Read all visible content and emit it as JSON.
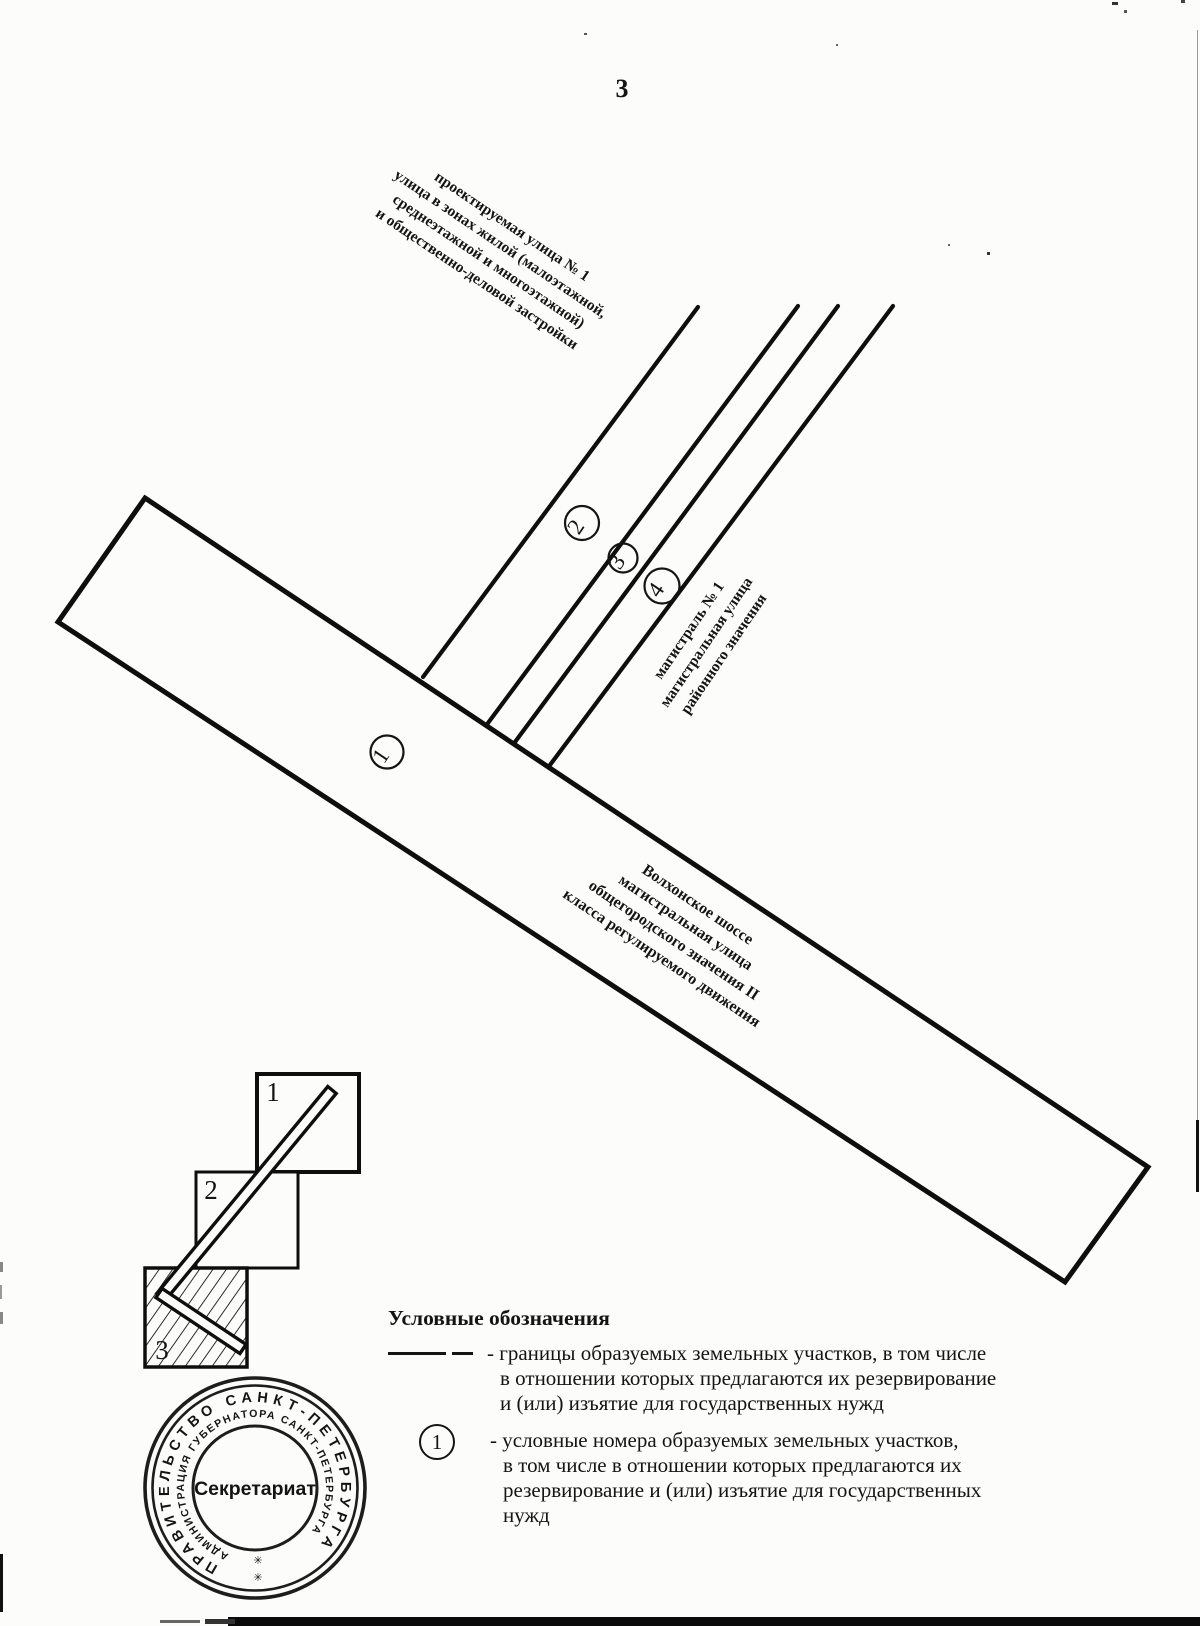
{
  "page": {
    "number": "3"
  },
  "colors": {
    "ink": "#141414",
    "paper": "#fcfcfa"
  },
  "diagram": {
    "labels": {
      "projected_street": {
        "lines": [
          "проектируемая улица № 1",
          "улица в зонах жилой (малоэтажной,",
          "среднеэтажной и многоэтажной)",
          "и общественно-деловой застройки"
        ]
      },
      "magistral": {
        "lines": [
          "магистраль № 1",
          "магистральная улица",
          "районного значения"
        ]
      },
      "volkhonskoye": {
        "lines": [
          "Волхонское шоссе",
          "магистральная улица",
          "общегородского значения II",
          "класса регулируемого движения"
        ]
      }
    },
    "parcels": {
      "n1": "1",
      "n2": "2",
      "n3": "3",
      "n4": "4"
    },
    "inset": {
      "sq1": "1",
      "sq2": "2",
      "sq3": "3"
    }
  },
  "legend": {
    "title": "Условные обозначения",
    "boundary_item": {
      "lines": [
        "- границы образуемых земельных участков, в том числе",
        "в отношении которых предлагаются их резервирование",
        "и (или) изъятие для государственных нужд"
      ]
    },
    "number_item": {
      "symbol": "1",
      "lines": [
        "- условные номера образуемых земельных участков,",
        "в том числе в отношении которых предлагаются их",
        "резервирование и (или) изъятие для государственных",
        "нужд"
      ]
    }
  },
  "stamp": {
    "outer_text": "ПРАВИТЕЛЬСТВО САНКТ-ПЕТЕРБУРГА",
    "middle_text": "АДМИНИСТРАЦИЯ ГУБЕРНАТОРА САНКТ-ПЕТЕРБУРГА",
    "center_text": "Секретариат",
    "separator": "✳"
  }
}
